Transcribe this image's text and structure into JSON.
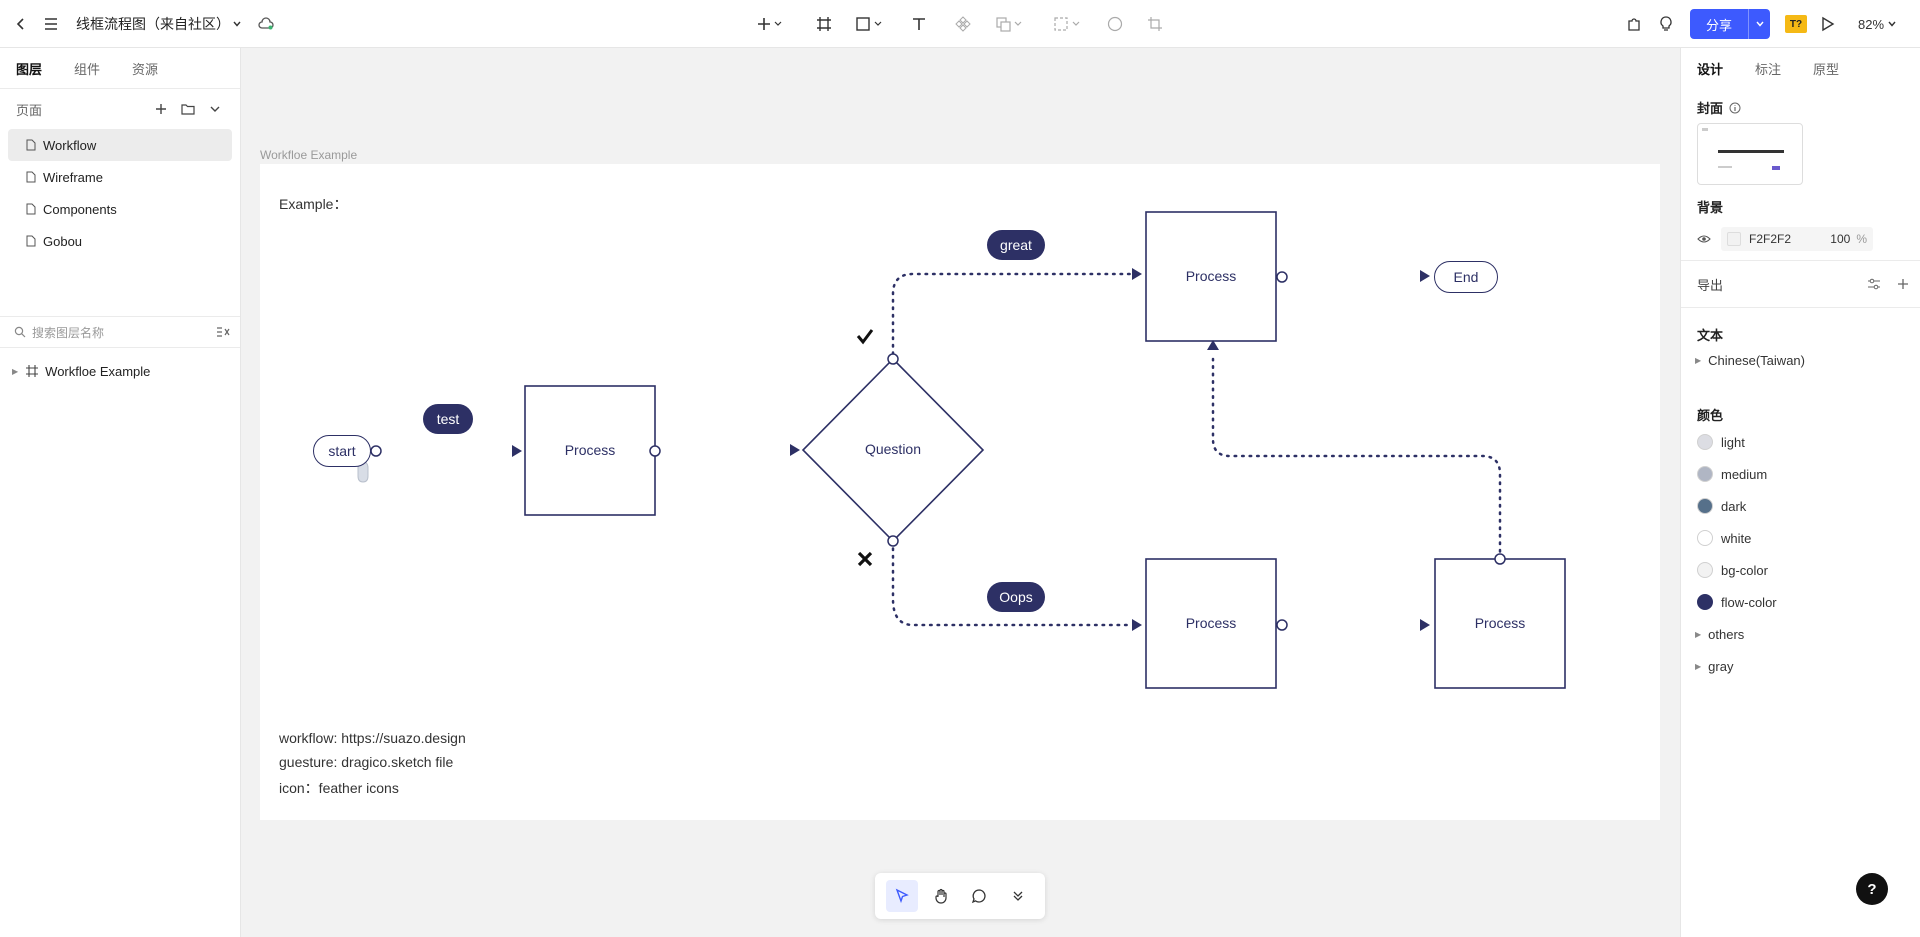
{
  "topbar": {
    "title": "线框流程图（来自社区）",
    "share_label": "分享",
    "badge": "T?",
    "zoom": "82%",
    "icons": [
      "back-icon",
      "menu-icon",
      "cloud-icon",
      "plus-icon",
      "frame-icon",
      "rectangle-icon",
      "text-icon",
      "component-icon",
      "boolean-icon",
      "mask-icon",
      "circle-icon",
      "crop-icon",
      "plugin-icon",
      "bulb-icon",
      "play-icon"
    ]
  },
  "left_panel": {
    "tabs": [
      "图层",
      "组件",
      "资源"
    ],
    "pages_header": "页面",
    "pages": [
      "Workflow",
      "Wireframe",
      "Components",
      "Gobou"
    ],
    "search_placeholder": "搜索图层名称",
    "layers": [
      "Workfloe Example"
    ]
  },
  "canvas": {
    "frame_label": "Workfloe Example",
    "example_label": "Example：",
    "credits": [
      "workflow:  https://suazo.design",
      "guesture: dragico.sketch file",
      "icon：feather icons"
    ],
    "nodes": {
      "start": "start",
      "end": "End",
      "process": "Process",
      "question": "Question"
    },
    "pills": {
      "test": "test",
      "great": "great",
      "oops": "Oops"
    },
    "colors": {
      "flow": "#2d3065",
      "frame_bg": "#ffffff",
      "canvas_bg": "#f2f2f2"
    }
  },
  "bottom_toolbar": {
    "tools": [
      "pointer-icon",
      "hand-icon",
      "comment-icon",
      "chevrons-down-icon"
    ]
  },
  "right_panel": {
    "tabs": [
      "设计",
      "标注",
      "原型"
    ],
    "cover_title": "封面",
    "background_title": "背景",
    "background_hex": "F2F2F2",
    "background_opacity": "100",
    "opacity_unit": "%",
    "export_title": "导出",
    "text_title": "文本",
    "text_group": "Chinese(Taiwan)",
    "color_title": "颜色",
    "colors": [
      {
        "name": "light",
        "hex": "#dcdde3"
      },
      {
        "name": "medium",
        "hex": "#b0b6c4"
      },
      {
        "name": "dark",
        "hex": "#56708a"
      },
      {
        "name": "white",
        "hex": "#ffffff"
      },
      {
        "name": "bg-color",
        "hex": "#f2f2f2"
      },
      {
        "name": "flow-color",
        "hex": "#2d3065"
      }
    ],
    "color_groups": [
      "others",
      "gray"
    ]
  },
  "help_label": "?"
}
